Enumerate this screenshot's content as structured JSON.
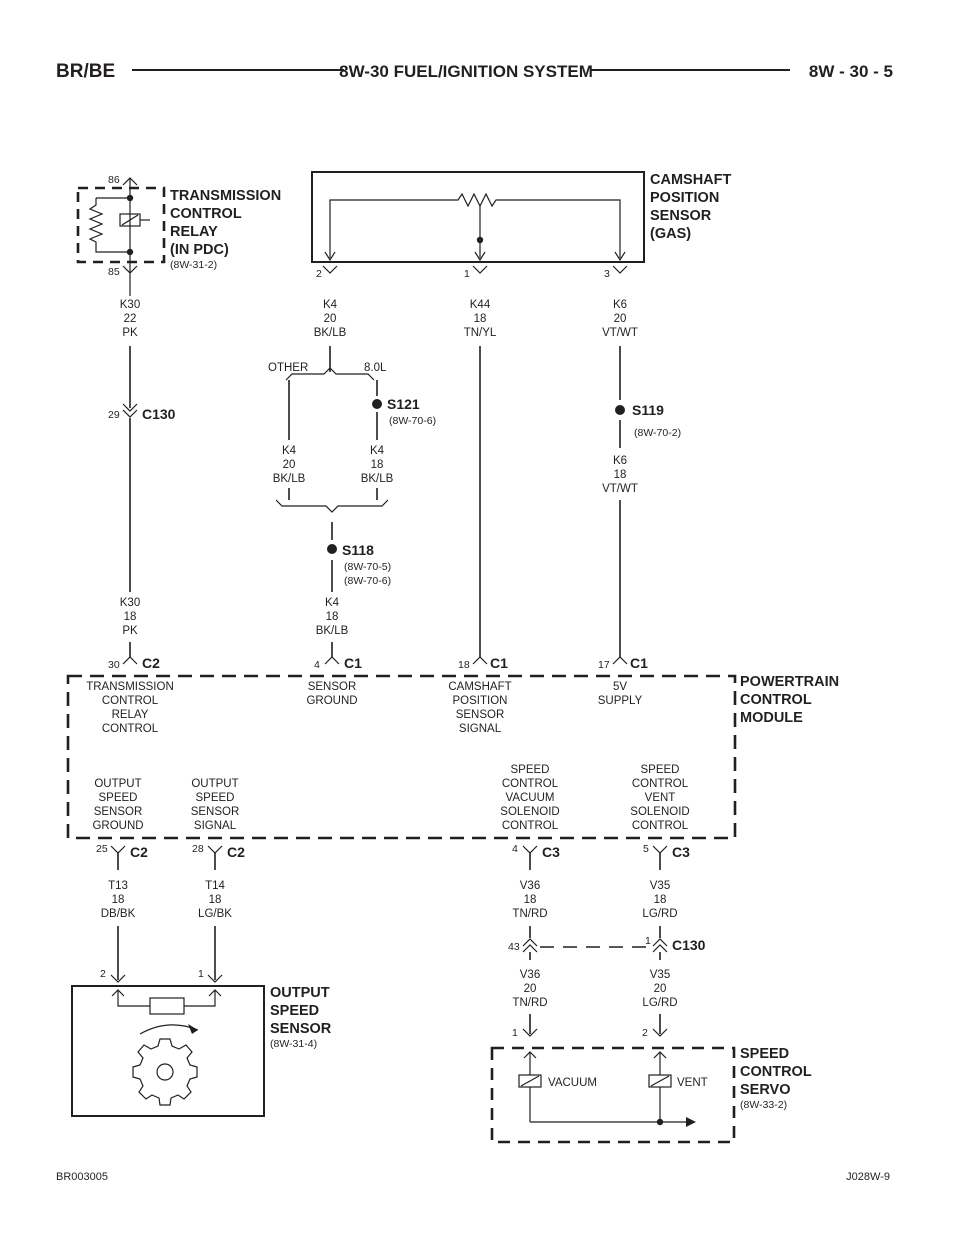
{
  "header": {
    "left": "BR/BE",
    "center": "8W-30 FUEL/IGNITION SYSTEM",
    "right": "8W - 30 - 5"
  },
  "footer": {
    "left": "BR003005",
    "right": "J028W-9"
  },
  "components": {
    "tcr": {
      "l1": "TRANSMISSION",
      "l2": "CONTROL",
      "l3": "RELAY",
      "l4": "(IN PDC)",
      "ref": "(8W-31-2)",
      "pin_top": "86",
      "pin_bottom": "85"
    },
    "cmp": {
      "l1": "CAMSHAFT",
      "l2": "POSITION",
      "l3": "SENSOR",
      "l4": "(GAS)",
      "pin_a": "2",
      "pin_b": "1",
      "pin_c": "3"
    },
    "pcm": {
      "l1": "POWERTRAIN",
      "l2": "CONTROL",
      "l3": "MODULE"
    },
    "oss": {
      "l1": "OUTPUT",
      "l2": "SPEED",
      "l3": "SENSOR",
      "ref": "(8W-31-4)",
      "pin_a": "2",
      "pin_b": "1"
    },
    "scs": {
      "l1": "SPEED",
      "l2": "CONTROL",
      "l3": "SERVO",
      "ref": "(8W-33-2)",
      "pin_a": "1",
      "pin_b": "2",
      "vacuum": "VACUUM",
      "vent": "VENT"
    }
  },
  "wires": {
    "k30a": {
      "c": "K30",
      "g": "22",
      "col": "PK"
    },
    "k30b": {
      "c": "K30",
      "g": "18",
      "col": "PK"
    },
    "k4a": {
      "c": "K4",
      "g": "20",
      "col": "BK/LB"
    },
    "k4b": {
      "c": "K4",
      "g": "20",
      "col": "BK/LB"
    },
    "k4c": {
      "c": "K4",
      "g": "18",
      "col": "BK/LB"
    },
    "k4d": {
      "c": "K4",
      "g": "18",
      "col": "BK/LB"
    },
    "k44": {
      "c": "K44",
      "g": "18",
      "col": "TN/YL"
    },
    "k6a": {
      "c": "K6",
      "g": "20",
      "col": "VT/WT"
    },
    "k6b": {
      "c": "K6",
      "g": "18",
      "col": "VT/WT"
    },
    "t13": {
      "c": "T13",
      "g": "18",
      "col": "DB/BK"
    },
    "t14": {
      "c": "T14",
      "g": "18",
      "col": "LG/BK"
    },
    "v36a": {
      "c": "V36",
      "g": "18",
      "col": "TN/RD"
    },
    "v36b": {
      "c": "V36",
      "g": "20",
      "col": "TN/RD"
    },
    "v35a": {
      "c": "V35",
      "g": "18",
      "col": "LG/RD"
    },
    "v35b": {
      "c": "V35",
      "g": "20",
      "col": "LG/RD"
    }
  },
  "splices": {
    "s121": {
      "name": "S121",
      "ref": "(8W-70-6)",
      "other": "OTHER",
      "eng": "8.0L"
    },
    "s119": {
      "name": "S119",
      "ref": "(8W-70-2)"
    },
    "s118": {
      "name": "S118",
      "ref1": "(8W-70-5)",
      "ref2": "(8W-70-6)"
    }
  },
  "connectors": {
    "c130_top": {
      "name": "C130",
      "pin": "29"
    },
    "c2_30": {
      "name": "C2",
      "pin": "30"
    },
    "c1_4": {
      "name": "C1",
      "pin": "4"
    },
    "c1_18": {
      "name": "C1",
      "pin": "18"
    },
    "c1_17": {
      "name": "C1",
      "pin": "17"
    },
    "c2_25": {
      "name": "C2",
      "pin": "25"
    },
    "c2_28": {
      "name": "C2",
      "pin": "28"
    },
    "c3_4": {
      "name": "C3",
      "pin": "4"
    },
    "c3_5": {
      "name": "C3",
      "pin": "5"
    },
    "c130_bot": {
      "name": "C130",
      "pin_a": "43",
      "pin_b": "1"
    }
  },
  "pcm_circuits": {
    "tcr_ctrl": [
      "TRANSMISSION",
      "CONTROL",
      "RELAY",
      "CONTROL"
    ],
    "sensor_gnd": [
      "SENSOR",
      "GROUND"
    ],
    "cmp_signal": [
      "CAMSHAFT",
      "POSITION",
      "SENSOR",
      "SIGNAL"
    ],
    "supply_5v": [
      "5V",
      "SUPPLY"
    ],
    "oss_gnd": [
      "OUTPUT",
      "SPEED",
      "SENSOR",
      "GROUND"
    ],
    "oss_sig": [
      "OUTPUT",
      "SPEED",
      "SENSOR",
      "SIGNAL"
    ],
    "sc_vac": [
      "SPEED",
      "CONTROL",
      "VACUUM",
      "SOLENOID",
      "CONTROL"
    ],
    "sc_vent": [
      "SPEED",
      "CONTROL",
      "VENT",
      "SOLENOID",
      "CONTROL"
    ]
  }
}
